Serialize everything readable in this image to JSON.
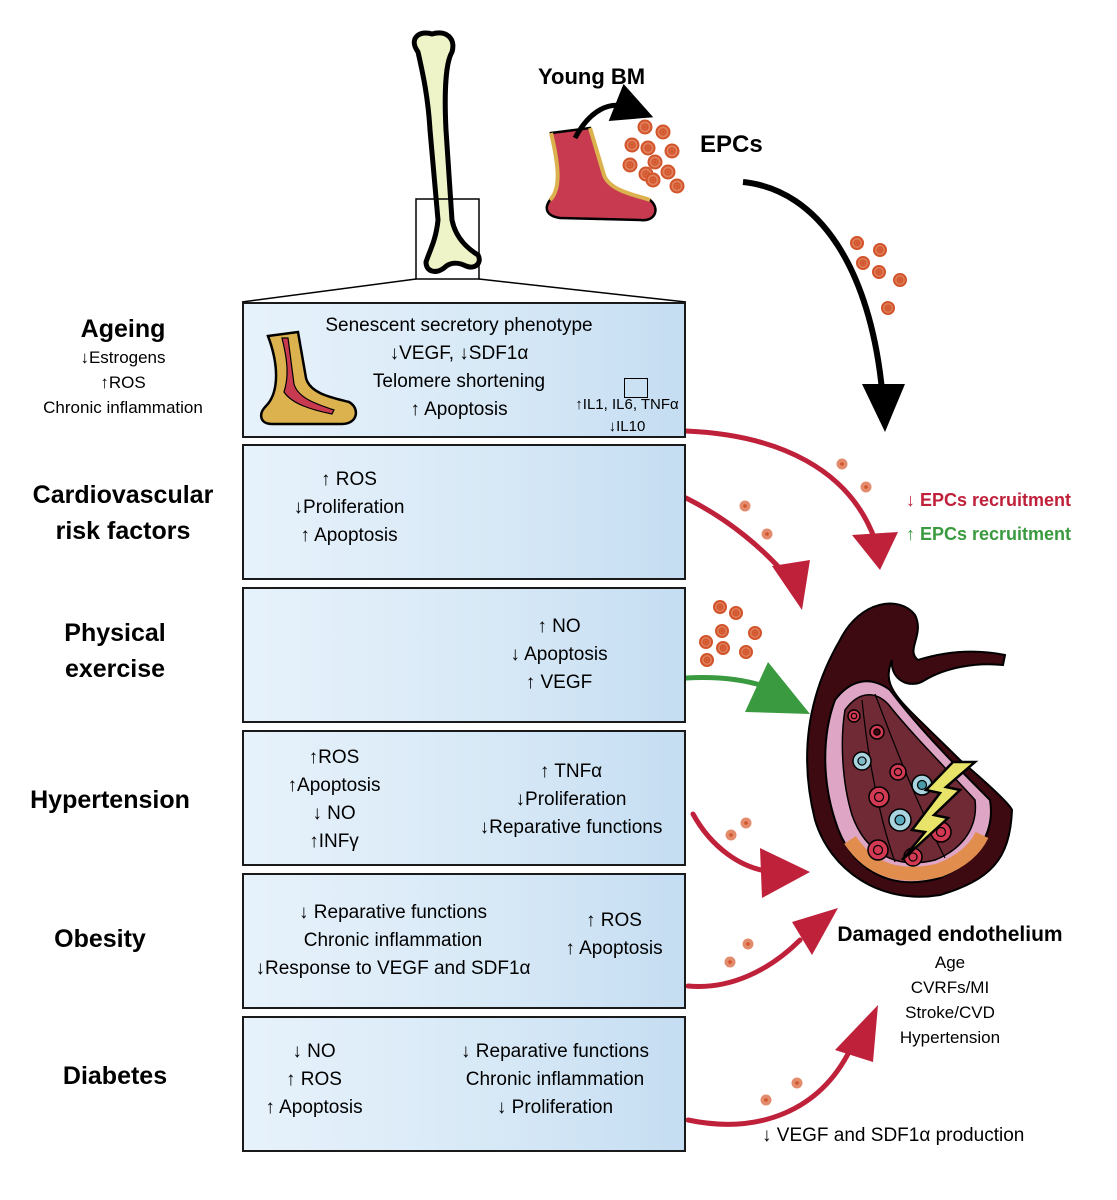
{
  "top": {
    "young_bm_label": "Young BM",
    "epcs_label": "EPCs"
  },
  "conditions": [
    {
      "title_lines": [
        "Ageing"
      ],
      "sub_lines": [
        "↓Estrogens",
        "↑ROS",
        "Chronic inflammation"
      ],
      "panel": {
        "center": [
          "Senescent secretory phenotype",
          "↓VEGF, ↓SDF1α",
          "Telomere shortening",
          "↑ Apoptosis"
        ],
        "right": [
          "↑IL1, IL6, TNFα",
          "↓IL10"
        ]
      },
      "effect": "decrease"
    },
    {
      "title_lines": [
        "Cardiovascular",
        "risk factors"
      ],
      "panel": {
        "left": [
          "↑ ROS",
          "↓Proliferation",
          "↑ Apoptosis"
        ]
      },
      "effect": "decrease"
    },
    {
      "title_lines": [
        "Physical",
        "exercise"
      ],
      "panel": {
        "right": [
          "↑ NO",
          "↓ Apoptosis",
          "↑ VEGF"
        ]
      },
      "effect": "increase"
    },
    {
      "title_lines": [
        "Hypertension"
      ],
      "panel": {
        "left": [
          "↑ROS",
          "↑Apoptosis",
          "↓ NO",
          "↑INFγ"
        ],
        "right": [
          "↑ TNFα",
          "↓Proliferation",
          "↓Reparative functions"
        ]
      },
      "effect": "decrease"
    },
    {
      "title_lines": [
        "Obesity"
      ],
      "panel": {
        "left": [
          "↓ Reparative functions",
          "Chronic inflammation",
          "↓Response to VEGF and SDF1α"
        ],
        "right": [
          "↑ ROS",
          "↑ Apoptosis"
        ]
      },
      "effect": "decrease"
    },
    {
      "title_lines": [
        "Diabetes"
      ],
      "panel": {
        "left": [
          "↓ NO",
          "↑ ROS",
          "↑  Apoptosis"
        ],
        "right": [
          "↓ Reparative functions",
          "Chronic inflammation",
          "↓ Proliferation"
        ]
      },
      "effect": "decrease"
    }
  ],
  "legend": {
    "decrease": {
      "label": "↓ EPCs recruitment",
      "color": "#c0213a"
    },
    "increase": {
      "label": "↑ EPCs recruitment",
      "color": "#3a9a3f"
    }
  },
  "damaged": {
    "title": "Damaged endothelium",
    "items": [
      "Age",
      "CVRFs/MI",
      "Stroke/CVD",
      "Hypertension"
    ]
  },
  "footer_note": "↓ VEGF and SDF1α production",
  "colors": {
    "cell_fill": "#e0805d",
    "cell_dark": "#d2542a",
    "bone_fill": "#eef3c8",
    "marrow_gold": "#dcb24f",
    "marrow_red": "#c83a50",
    "vessel_dark": "#3d0a12"
  }
}
